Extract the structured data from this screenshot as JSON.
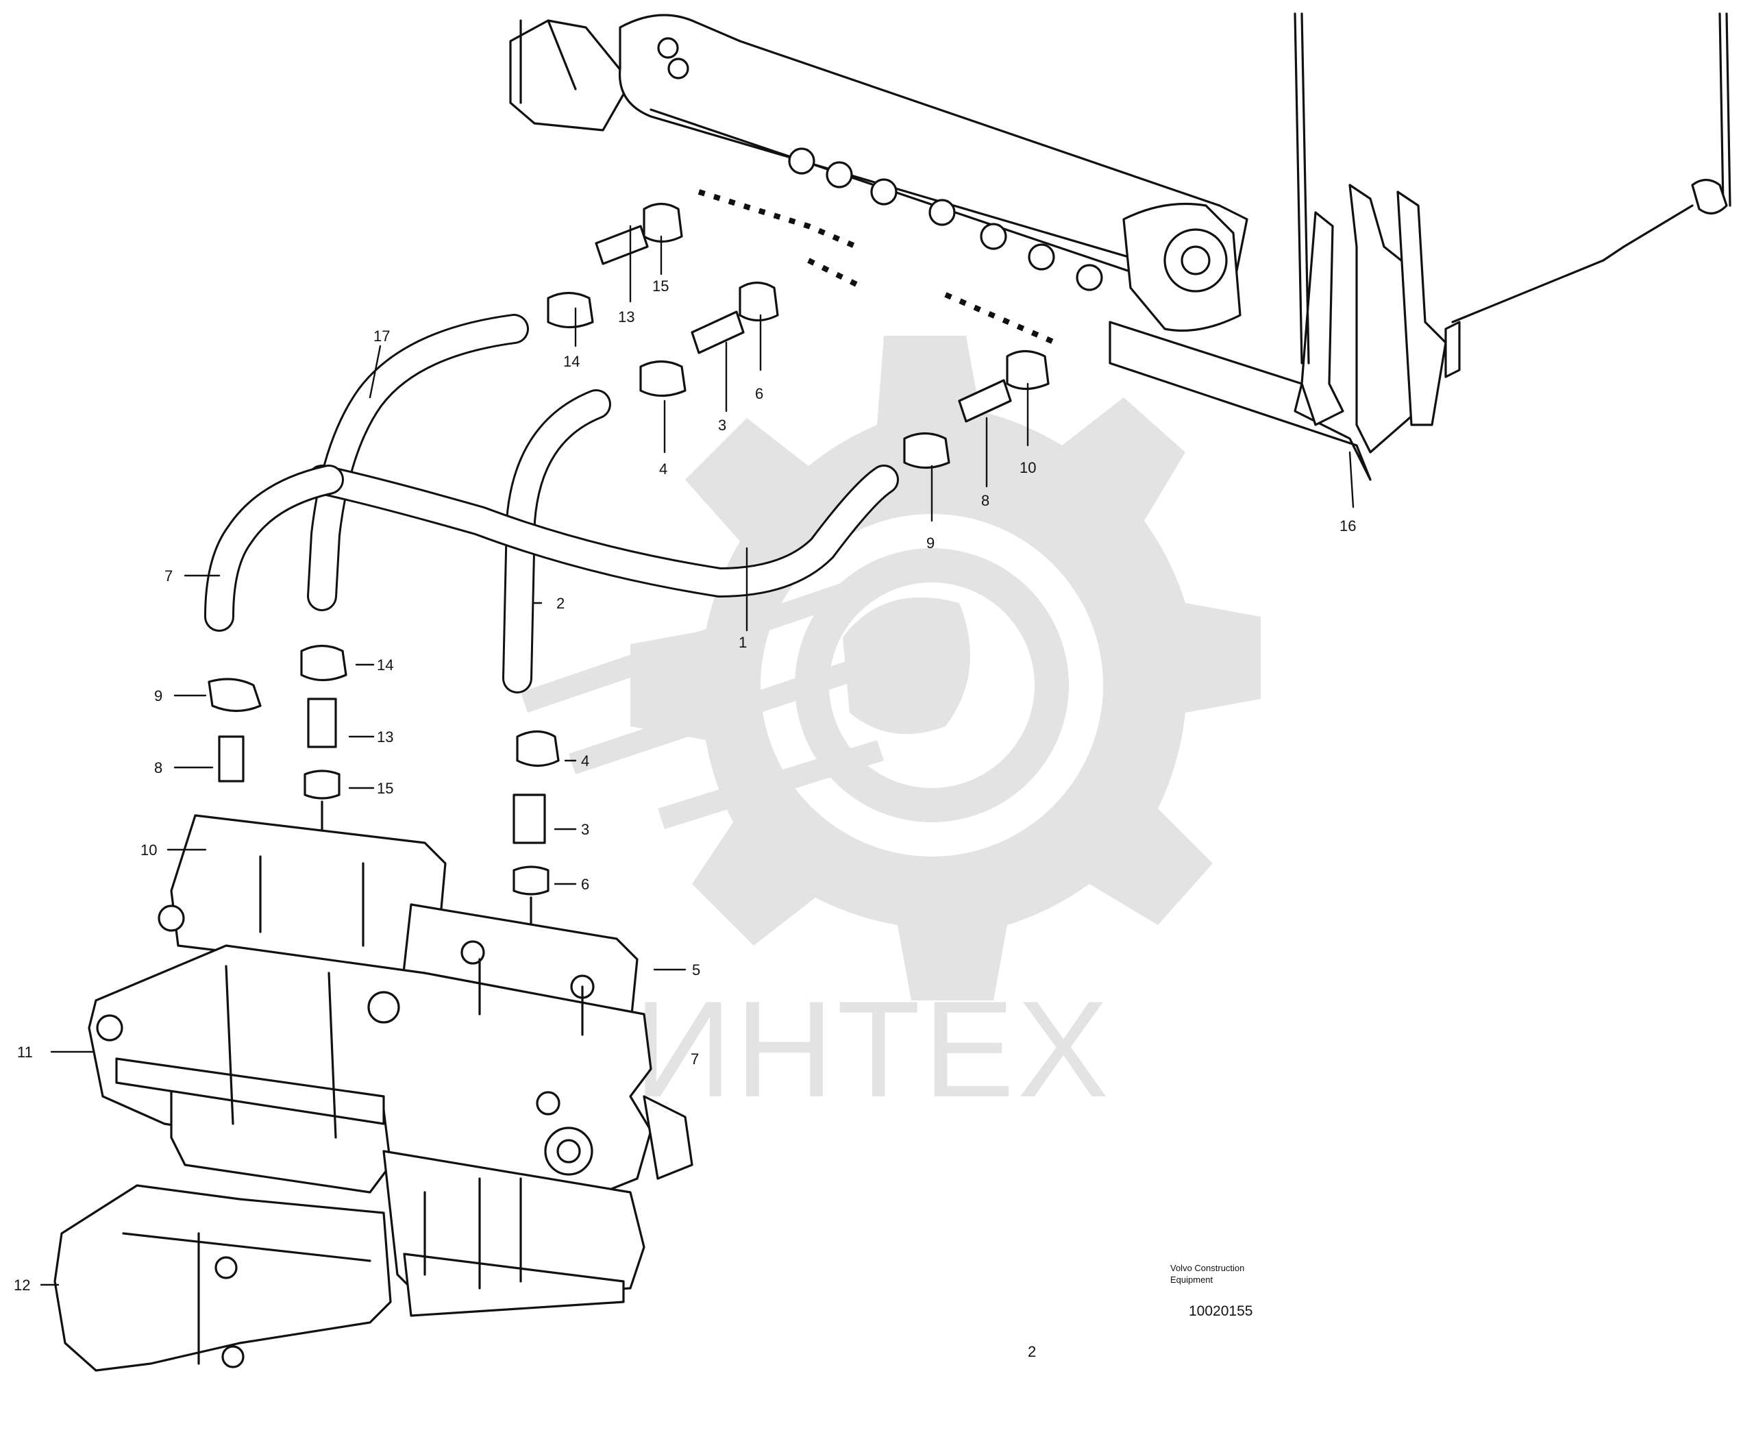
{
  "watermark": {
    "text": "ИНТЕХ"
  },
  "drawing": {
    "note_line1": "Volvo Construction",
    "note_line2": "Equipment",
    "code": "10020155"
  },
  "callouts": {
    "c1": "1",
    "c2a": "2",
    "c2b": "2",
    "c3a": "3",
    "c3b": "3",
    "c4a": "4",
    "c4b": "4",
    "c5": "5",
    "c6a": "6",
    "c6b": "6",
    "c7a": "7",
    "c7b": "7",
    "c8a": "8",
    "c8b": "8",
    "c9a": "9",
    "c9b": "9",
    "c10a": "10",
    "c10b": "10",
    "c11": "11",
    "c12": "12",
    "c13a": "13",
    "c13b": "13",
    "c14a": "14",
    "c14b": "14",
    "c15a": "15",
    "c15b": "15",
    "c16": "16",
    "c17": "17"
  }
}
